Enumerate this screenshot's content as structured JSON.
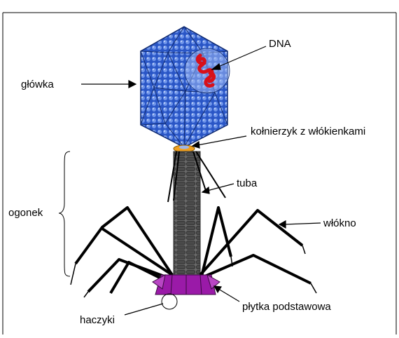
{
  "labels": {
    "dna": "DNA",
    "glowka": "główka",
    "kolnierzyk": "kołnierzyk z włókienkami",
    "tuba": "tuba",
    "ogonek": "ogonek",
    "wlokno": "włókno",
    "plytka": "płytka podstawowa",
    "haczyki": "haczyki"
  },
  "colors": {
    "capsid": "#2a56c6",
    "capsid_dot": "#7fa2ee",
    "dna": "#d8101a",
    "collar": "#f0a020",
    "tube": "#505050",
    "base_plate": "#9a1aa8",
    "fiber": "#000000"
  }
}
